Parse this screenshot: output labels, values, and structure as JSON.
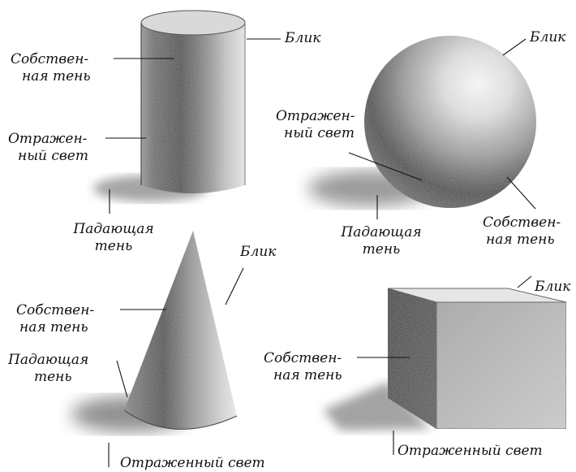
{
  "figures": {
    "cylinder": {
      "highlight": "Блик",
      "own_shadow": [
        "Собствен-",
        "ная тень"
      ],
      "reflected_light": [
        "Отражен-",
        "ный свет"
      ],
      "cast_shadow": [
        "Падающая",
        "тень"
      ]
    },
    "sphere": {
      "highlight": "Блик",
      "reflected_light": [
        "Отражен-",
        "ный свет"
      ],
      "cast_shadow": [
        "Падающая",
        "тень"
      ],
      "own_shadow": [
        "Собствен-",
        "ная тень"
      ]
    },
    "cone": {
      "highlight": "Блик",
      "own_shadow": [
        "Собствен-",
        "ная тень"
      ],
      "cast_shadow": [
        "Падающая",
        "тень"
      ],
      "reflected_light": "Отраженный свет"
    },
    "cube": {
      "highlight": "Блик",
      "own_shadow": [
        "Собствен-",
        "ная тень"
      ],
      "reflected_light": "Отраженный свет"
    }
  },
  "colors": {
    "ink": "#111111",
    "paper": "#ffffff",
    "shadow_dark": "#2a2a2a",
    "shadow_mid": "#8a8a8a",
    "light": "#f2f2f2"
  }
}
